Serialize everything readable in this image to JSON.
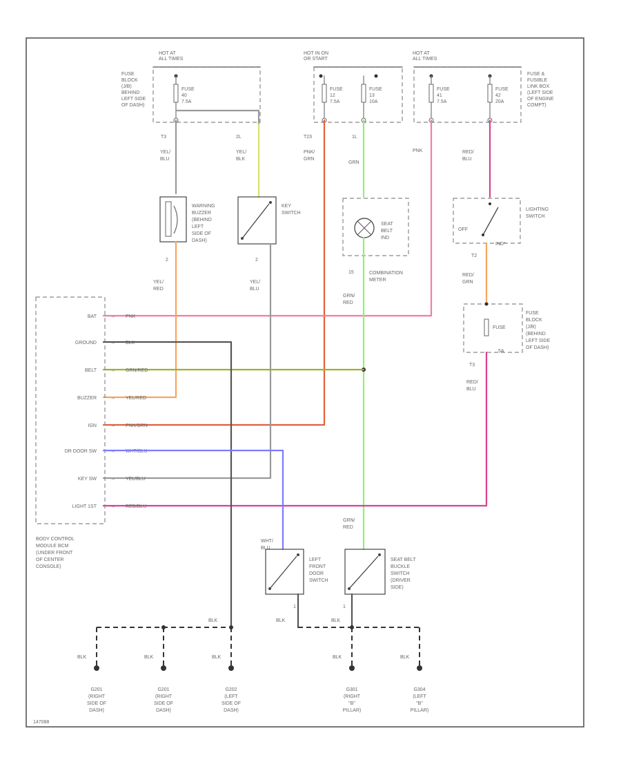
{
  "hot_labels": {
    "left": [
      "HOT AT",
      "ALL TIMES"
    ],
    "center": [
      "HOT IN ON",
      "OR START"
    ],
    "right": [
      "HOT AT",
      "ALL TIMES"
    ]
  },
  "fuse_block_left": [
    "FUSE",
    "BLOCK",
    "(J/B)",
    "BEHIND",
    "LEFT SIDE",
    "OF DASH)"
  ],
  "fuse_link_box": [
    "FUSE &",
    "FUSIBLE",
    "LINK BOX",
    "(LEFT SIDE",
    "OF ENGINE",
    "COMPT)"
  ],
  "fuses": [
    {
      "lines": [
        "FUSE",
        "40",
        "7.5A"
      ]
    },
    {
      "lines": [
        "FUSE",
        "12",
        "7.5A"
      ]
    },
    {
      "lines": [
        "FUSE",
        "13",
        "10A"
      ]
    },
    {
      "lines": [
        "FUSE",
        "41",
        "7.5A"
      ]
    },
    {
      "lines": [
        "FUSE",
        "42",
        "20A"
      ]
    }
  ],
  "pin_tags": {
    "t1": "T3",
    "t2": "2L",
    "t3": "T23",
    "t4": "1L"
  },
  "wire_colors": {
    "w1": [
      "YEL/",
      "BLU"
    ],
    "w2": [
      "YEL/",
      "BLK"
    ],
    "w3": [
      "PNK/",
      "GRN"
    ],
    "w4": "GRN",
    "w5": "PNK",
    "w6": [
      "RED/",
      "BLU"
    ],
    "w7": [
      "YEL/",
      "RED"
    ],
    "w8": [
      "YEL/",
      "BLU"
    ],
    "w9": [
      "GRN/",
      "RED"
    ],
    "w10": [
      "RED/",
      "GRN"
    ],
    "w11": [
      "RED/",
      "BLU"
    ],
    "w12": [
      "GRN/",
      "RED"
    ],
    "w13": [
      "WHT/",
      "BLU"
    ]
  },
  "components": {
    "buzzer": [
      "WARNING",
      "BUZZER",
      "(BEHIND",
      "LEFT",
      "SIDE OF",
      "DASH)"
    ],
    "key_switch": [
      "KEY",
      "SWITCH"
    ],
    "seat_belt_ind": [
      "SEAT",
      "BELT",
      "IND"
    ],
    "combination_meter": [
      "COMBINATION",
      "METER"
    ],
    "lighting_switch": [
      "LIGHTING",
      "SWITCH"
    ],
    "off_label": "OFF",
    "ind_label": "IND*",
    "fuse_block_right": [
      "FUSE",
      "BLOCK",
      "(J/B)",
      "(BEHIND",
      "LEFT SIDE",
      "OF DASH)"
    ],
    "fuse_right_label": "FUSE",
    "fuse_right_amp": "5A",
    "door_switch": [
      "LEFT",
      "FRONT",
      "DOOR",
      "SWITCH"
    ],
    "belt_switch": [
      "SEAT BELT",
      "BUCKLE",
      "SWITCH",
      "(DRIVER",
      "SIDE)"
    ]
  },
  "bcm": {
    "pins": [
      "BAT",
      "GROUND",
      "BELT",
      "BUZZER",
      "IGN",
      "DR DOOR SW",
      "KEY SW",
      "LIGHT 1ST"
    ],
    "wires": [
      "PNK",
      "BLK",
      "GRN/RED",
      "YEL/RED",
      "PNK/GRN",
      "WHT/BLU",
      "YEL/BLU",
      "RED/BLU"
    ],
    "title": [
      "BODY CONTROL",
      "MODULE BCM",
      "(UNDER FRONT",
      "OF CENTER",
      "CONSOLE)"
    ]
  },
  "grounds": [
    {
      "wire": "BLK",
      "lines": [
        "G201",
        "(RIGHT",
        "SIDE OF",
        "DASH)"
      ]
    },
    {
      "wire": "BLK",
      "lines": [
        "G201",
        "(RIGHT",
        "SIDE OF",
        "DASH)"
      ]
    },
    {
      "wire": "BLK",
      "lines": [
        "G202",
        "(LEFT",
        "SIDE OF",
        "DASH)"
      ]
    },
    {
      "wire": "BLK",
      "lines": [
        "G301",
        "(RIGHT",
        "\"B\"",
        "PILLAR)"
      ]
    },
    {
      "wire": "BLK",
      "lines": [
        "G304",
        "(LEFT",
        "\"B\"",
        "PILLAR)"
      ]
    }
  ],
  "ground_bus_label": "BLK",
  "footer": "147088",
  "colors": {
    "pink": "#ef7f9e",
    "magenta": "#d9418e",
    "yellow_green": "#d8e070",
    "orange": "#f9a45a",
    "red_orange": "#e0603a",
    "green": "#8ff07a",
    "olive": "#a0b02a",
    "blue": "#7b7bff",
    "gray": "#999999",
    "dark": "#555555"
  }
}
